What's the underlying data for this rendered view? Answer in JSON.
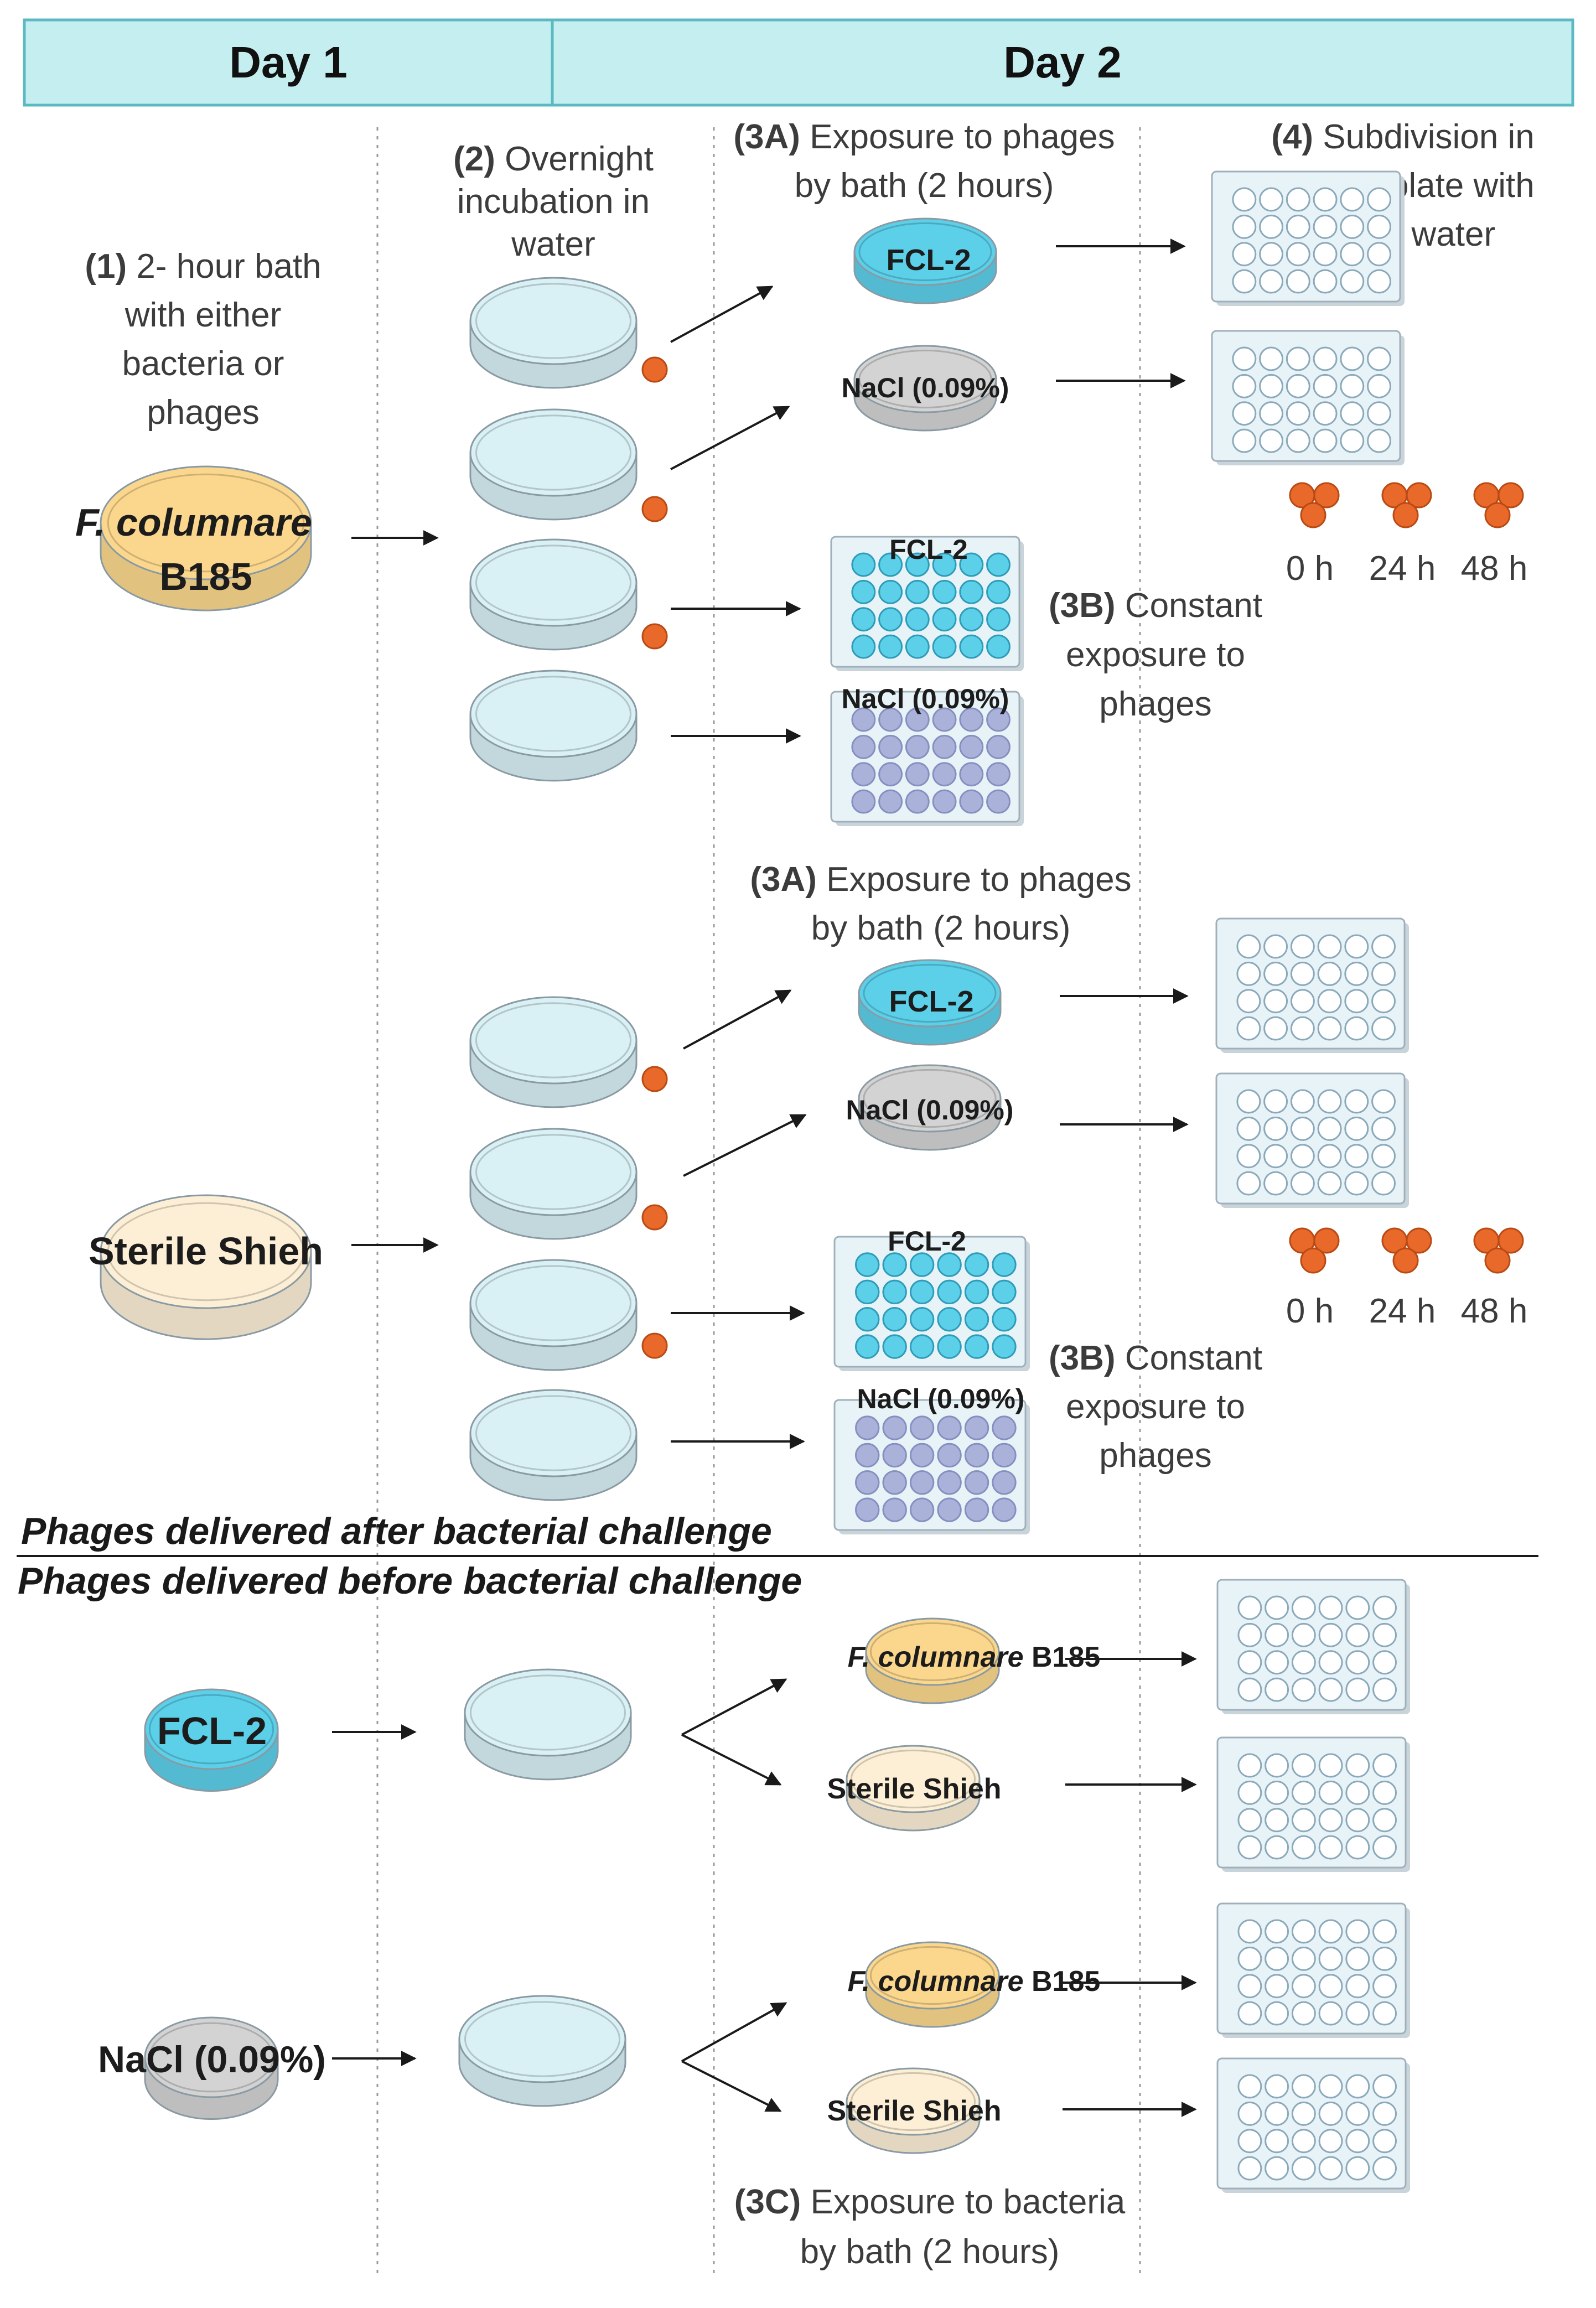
{
  "header": {
    "day1": "Day 1",
    "day2": "Day 2"
  },
  "steps": {
    "s1_num": "(1)",
    "s1_l1": " 2- hour bath",
    "s1_l2": "with either",
    "s1_l3": "bacteria or",
    "s1_l4": "phages",
    "s2_num": "(2)",
    "s2_l1": " Overnight",
    "s2_l2": "incubation in",
    "s2_l3": "water",
    "s3a_num": "(3A)",
    "s3a_l1": " Exposure to phages",
    "s3a_l2": "by bath (2 hours)",
    "s4_num": "(4)",
    "s4_l1": " Subdivision in",
    "s4_l2": "24-well plate with",
    "s4_l3": "sterile water",
    "s3b_num": "(3B)",
    "s3b_l1": " Constant",
    "s3b_l2": "exposure to",
    "s3b_l3": "phages",
    "s3c_num": "(3C)",
    "s3c_l1": " Exposure to bacteria",
    "s3c_l2": "by bath (2 hours)"
  },
  "labels": {
    "fcolumnare_italic": "F. columnare",
    "b185": "B185",
    "sterile_shieh": "Sterile Shieh",
    "fcl2": "FCL-2",
    "nacl": "NaCl (0.09%)"
  },
  "timepoints": [
    "0 h",
    "24 h",
    "48 h"
  ],
  "sections": {
    "after": "Phages delivered after bacterial challenge",
    "before": "Phages delivered before bacterial challenge"
  },
  "colors": {
    "header_bg": "#c5eef0",
    "header_border": "#5bb9c2",
    "water_dish": "#d9f0f5",
    "phage_blue": "#5ccfe9",
    "nacl_grey": "#d3d3d3",
    "bacteria_orange": "#fbd78d",
    "shieh_cream": "#fcefd6",
    "fish_egg": "#e8692a"
  }
}
